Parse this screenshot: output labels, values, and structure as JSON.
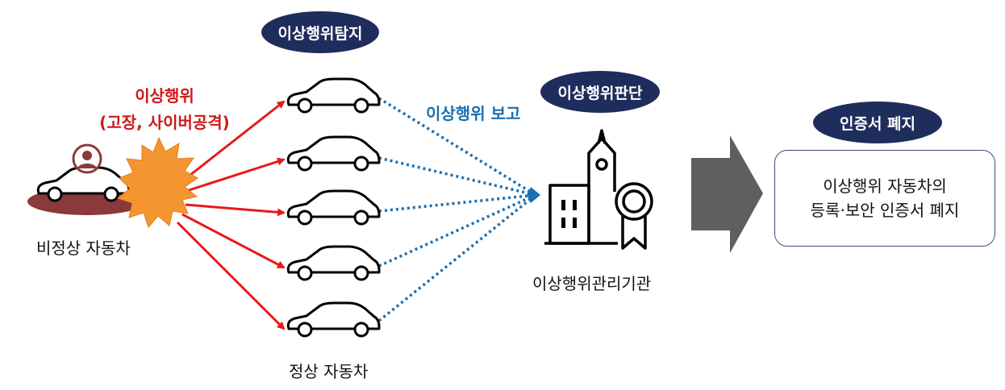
{
  "pills": {
    "detect": "이상행위탐지",
    "judge": "이상행위판단",
    "revoke": "인증서 폐지"
  },
  "labels": {
    "misbehavior_line1": "이상행위",
    "misbehavior_line2": "(고장, 사이버공격)",
    "report": "이상행위 보고",
    "abnormal_vehicle": "비정상 자동차",
    "normal_vehicle": "정상 자동차",
    "authority": "이상행위관리기관"
  },
  "result_box": {
    "line1": "이상행위 자동차의",
    "line2": "등록·보안 인증서 폐지"
  },
  "colors": {
    "pill_bg": "#1f2d5c",
    "red": "#e8191b",
    "blue": "#1a6fb0",
    "burst": "#f39530",
    "shadow": "#8a3a3a",
    "big_arrow": "#5f5f5f"
  },
  "icons": [
    "car-icon",
    "hacker-icon",
    "burst-icon",
    "authority-building-icon",
    "certificate-ribbon-icon",
    "big-arrow-icon"
  ]
}
